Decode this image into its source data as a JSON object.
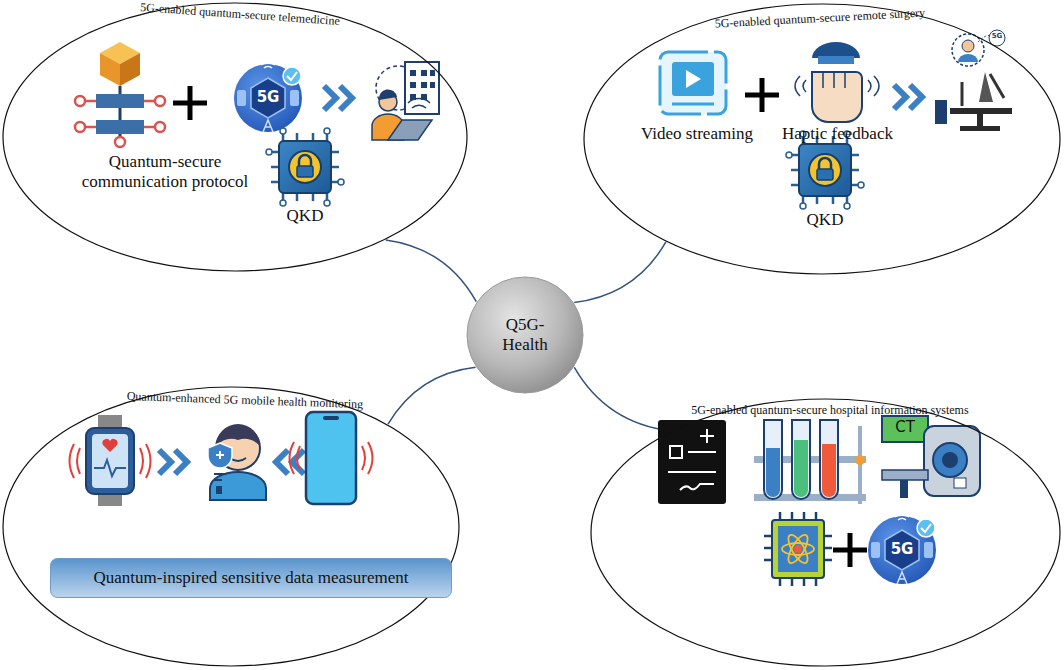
{
  "diagram": {
    "nodes": [
      {
        "text": [
          "5G-enabled quantum-secure telemedicine",
          "Quantum-secure communication protocol",
          "QKD"
        ]
      },
      {
        "text": [
          "5G-enabled quantum-secure remote surgery",
          "Video streaming",
          "Haptic feedback",
          "QKD"
        ]
      },
      {
        "text": [
          "Q5G- Health"
        ]
      },
      {
        "text": [
          "Quantum-enhanced 5G mobile health monitoring"
        ]
      },
      {
        "text": [
          "5G-enabled quantum-secure hospital information systems"
        ]
      },
      {
        "text": [
          "Quantum-inspired sensitive data measurement"
        ],
        "in": 3
      }
    ],
    "edges": [
      {
        "from": 2,
        "to": 0,
        "arrow": "none"
      },
      {
        "from": 2,
        "to": 1,
        "arrow": "none"
      },
      {
        "from": 2,
        "to": 3,
        "arrow": "none"
      },
      {
        "from": 2,
        "to": 4,
        "arrow": "none"
      }
    ],
    "labels": [
      "5G",
      "5G",
      "CT",
      "5G"
    ]
  }
}
